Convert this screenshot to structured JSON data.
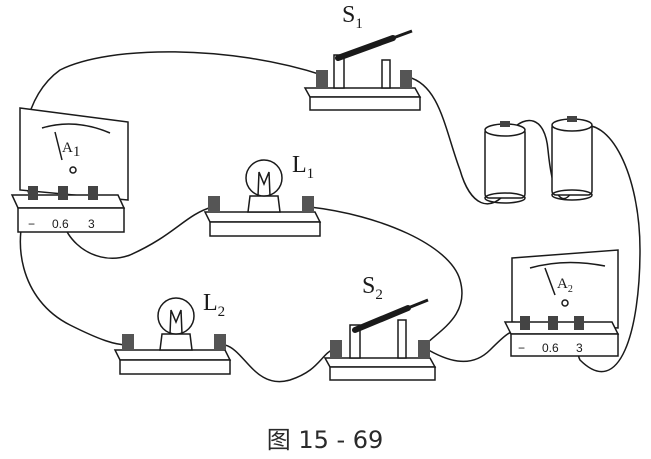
{
  "labels": {
    "s1": {
      "main": "S",
      "sub": "1"
    },
    "s2": {
      "main": "S",
      "sub": "2"
    },
    "l1": {
      "main": "L",
      "sub": "1"
    },
    "l2": {
      "main": "L",
      "sub": "2"
    },
    "a1": {
      "main": "A",
      "sub": "1"
    },
    "a2": {
      "main": "A",
      "sub": "2"
    }
  },
  "ammeter_terminals": {
    "minus": "−",
    "low": "0.6",
    "high": "3"
  },
  "caption": "图 15 - 69"
}
